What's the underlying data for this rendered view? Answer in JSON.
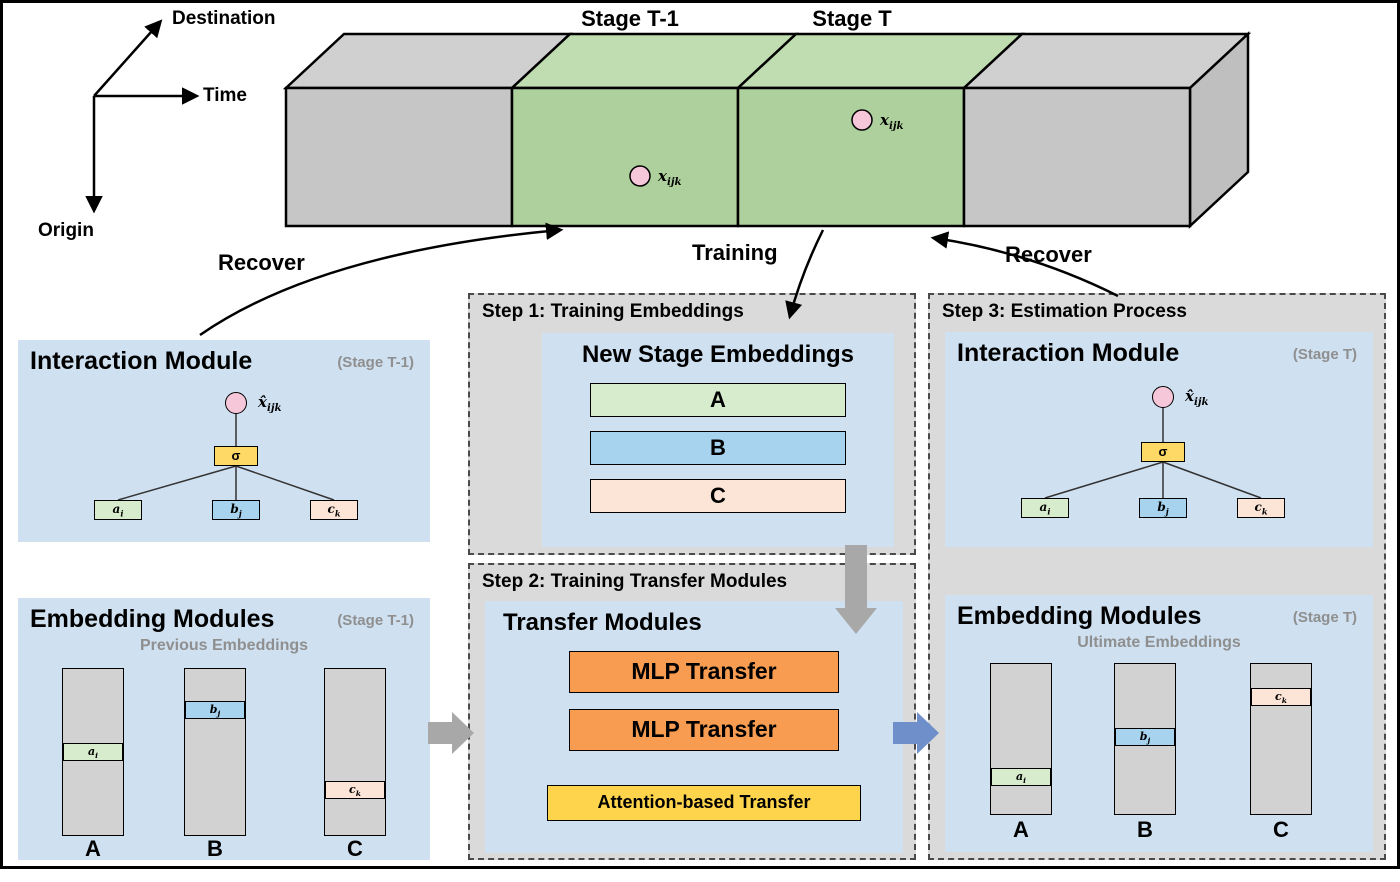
{
  "colors": {
    "panel_blue": "#cfe0f1",
    "step_gray": "#dadada",
    "tensor_green": "#aed09d",
    "tensor_gray": "#c6c6c6",
    "node_pink": "#f6c6d9",
    "sigma_yellow": "#ffd966",
    "input_green": "#d7eccd",
    "input_blue": "#a8d3ee",
    "input_peach": "#fce4d6",
    "mlp_orange": "#f79c51",
    "attention_yellow": "#fdd44b",
    "arrow_blue": "#6e8fca",
    "arrow_gray": "#a8a8a8"
  },
  "axes": {
    "destination": "Destination",
    "time": "Time",
    "origin": "Origin"
  },
  "tensor": {
    "stage_t1": "Stage T-1",
    "stage_t": "Stage T",
    "point1": {
      "base": "x",
      "sub": "ijk"
    },
    "point2": {
      "base": "x",
      "sub": "ijk"
    }
  },
  "flow": {
    "recover_left": "Recover",
    "training": "Training",
    "recover_right": "Recover"
  },
  "interaction_t1": {
    "title": "Interaction Module",
    "stage": "(Stage T-1)",
    "output": {
      "base": "x̂",
      "sub": "ijk"
    },
    "sigma": "σ",
    "inputs": [
      {
        "base": "a",
        "sub": "i"
      },
      {
        "base": "b",
        "sub": "j"
      },
      {
        "base": "c",
        "sub": "k"
      }
    ]
  },
  "embedding_t1": {
    "title": "Embedding Modules",
    "stage": "(Stage T-1)",
    "subtitle": "Previous Embeddings",
    "columns": [
      {
        "label": "A",
        "seg": {
          "base": "a",
          "sub": "i"
        }
      },
      {
        "label": "B",
        "seg": {
          "base": "b",
          "sub": "j"
        }
      },
      {
        "label": "C",
        "seg": {
          "base": "c",
          "sub": "k"
        }
      }
    ]
  },
  "step1": {
    "title": "Step 1: Training Embeddings",
    "box_title": "New Stage Embeddings",
    "bars": [
      {
        "label": "A"
      },
      {
        "label": "B"
      },
      {
        "label": "C"
      }
    ]
  },
  "step2": {
    "title": "Step 2: Training Transfer Modules",
    "box_title": "Transfer Modules",
    "modules": [
      {
        "label": "MLP Transfer"
      },
      {
        "label": "MLP Transfer"
      },
      {
        "label": "Attention-based Transfer"
      }
    ]
  },
  "step3": {
    "title": "Step 3: Estimation Process",
    "interaction": {
      "title": "Interaction Module",
      "stage": "(Stage T)",
      "output": {
        "base": "x̂",
        "sub": "ijk"
      },
      "sigma": "σ",
      "inputs": [
        {
          "base": "a",
          "sub": "i"
        },
        {
          "base": "b",
          "sub": "j"
        },
        {
          "base": "c",
          "sub": "k"
        }
      ]
    },
    "embedding": {
      "title": "Embedding Modules",
      "stage": "(Stage T)",
      "subtitle": "Ultimate Embeddings",
      "columns": [
        {
          "label": "A",
          "seg": {
            "base": "a",
            "sub": "i"
          }
        },
        {
          "label": "B",
          "seg": {
            "base": "b",
            "sub": "j"
          }
        },
        {
          "label": "C",
          "seg": {
            "base": "c",
            "sub": "k"
          }
        }
      ]
    }
  }
}
